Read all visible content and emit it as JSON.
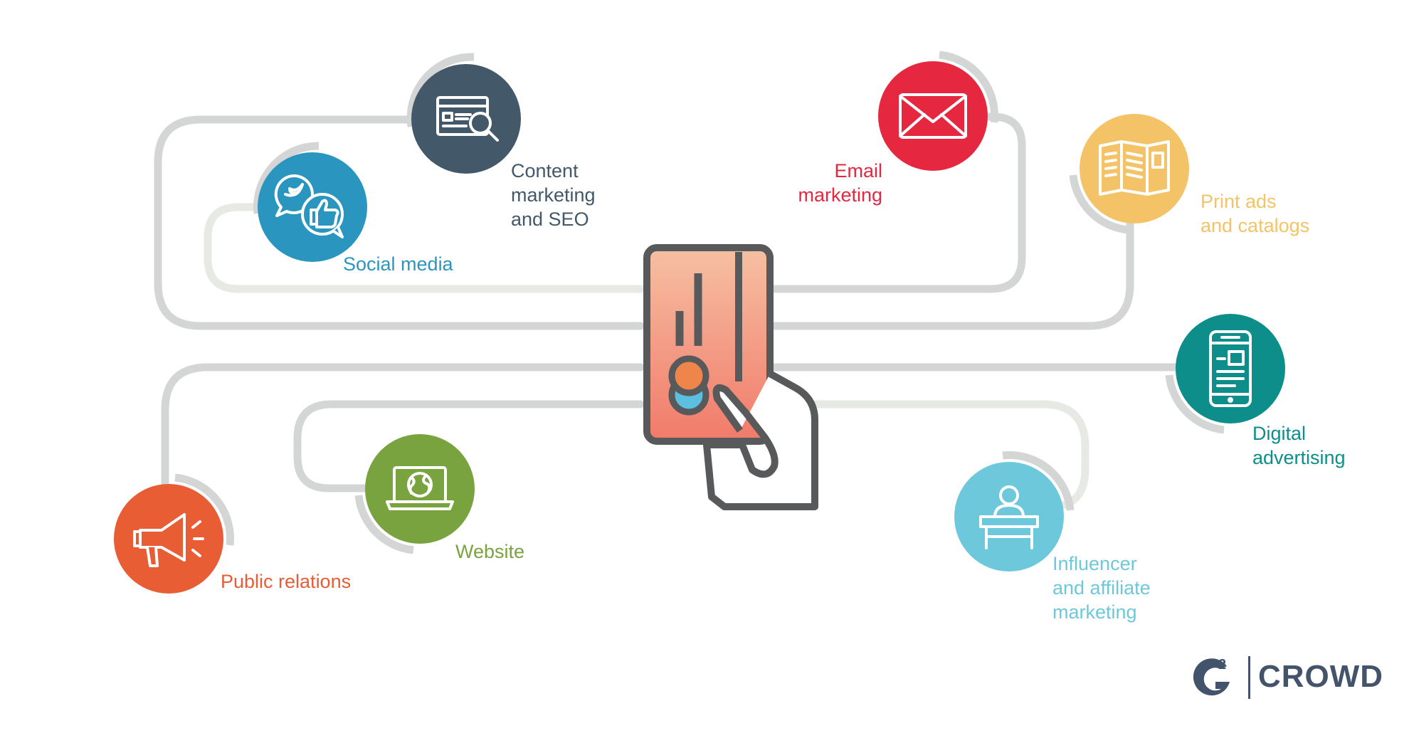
{
  "colors": {
    "track": "#d4d6d5",
    "track_light": "#e7e9e4",
    "icon_stroke": "#ffffff",
    "card_top": "#f6c0a2",
    "card_bottom": "#f17a6a",
    "card_outline": "#58595b",
    "brand": "#43536b"
  },
  "center_icon": "hand-holding-credit-card-icon",
  "channels": [
    {
      "key": "content",
      "icon": "webpage-search-icon",
      "color": "#43596a",
      "lines": [
        "Content",
        "marketing",
        "and SEO"
      ]
    },
    {
      "key": "social",
      "icon": "social-chat-bubbles-icon",
      "color": "#2a96bf",
      "lines": [
        "Social media"
      ]
    },
    {
      "key": "email",
      "icon": "envelope-icon",
      "color": "#e5283f",
      "lines": [
        "Email",
        "marketing"
      ]
    },
    {
      "key": "print",
      "icon": "brochure-icon",
      "color": "#f4c367",
      "lines": [
        "Print ads",
        "and catalogs"
      ]
    },
    {
      "key": "digital",
      "icon": "smartphone-icon",
      "color": "#0d8e8a",
      "lines": [
        "Digital",
        "advertising"
      ]
    },
    {
      "key": "influencer",
      "icon": "person-at-desk-icon",
      "color": "#6ec8dc",
      "lines": [
        "Influencer",
        "and affiliate",
        "marketing"
      ]
    },
    {
      "key": "website",
      "icon": "laptop-globe-icon",
      "color": "#78a33f",
      "lines": [
        "Website"
      ]
    },
    {
      "key": "pr",
      "icon": "megaphone-icon",
      "color": "#e85d34",
      "lines": [
        "Public relations"
      ]
    }
  ],
  "brand": {
    "mark": "G",
    "superscript": "2",
    "wordmark": "CROWD"
  }
}
